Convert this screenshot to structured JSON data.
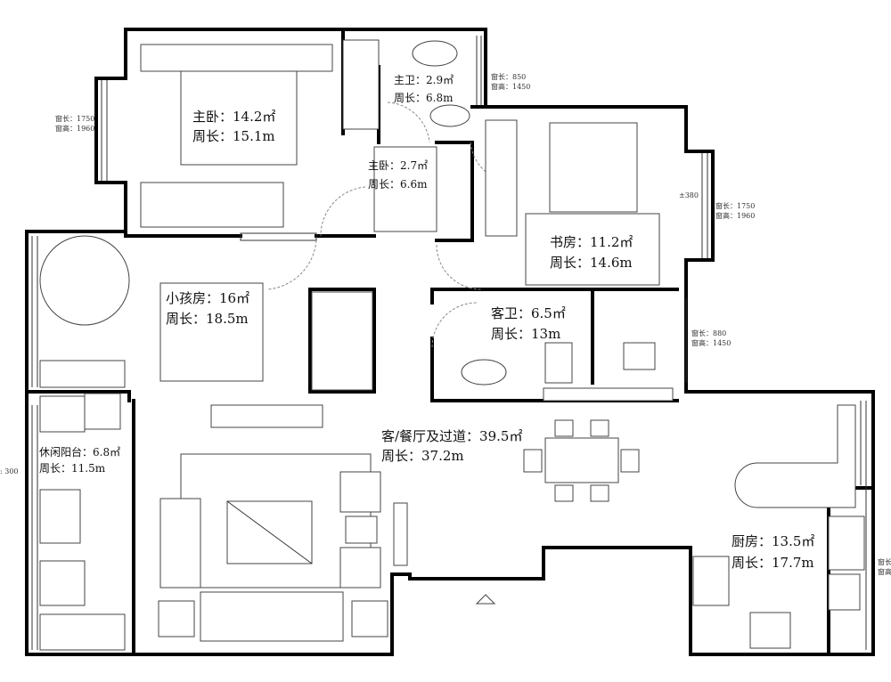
{
  "rooms": [
    {
      "name": "主卧：14.2㎡",
      "perimeter": "周长：15.1m"
    },
    {
      "name": "主卫：2.9㎡",
      "perimeter": "周长：6.8m"
    },
    {
      "name": "主卧：2.7㎡",
      "perimeter": "周长：6.6m"
    },
    {
      "name": "书房：11.2㎡",
      "perimeter": "周长：14.6m"
    },
    {
      "name": "小孩房：16㎡",
      "perimeter": "周长：18.5m"
    },
    {
      "name": "客卫：6.5㎡",
      "perimeter": "周长：13m"
    },
    {
      "name": "客/餐厅及过道：39.5㎡",
      "perimeter": "周长：37.2m"
    },
    {
      "name": "休闲阳台：6.8㎡",
      "perimeter": "周长：11.5m"
    },
    {
      "name": "厨房：13.5㎡",
      "perimeter": "周长：17.7m"
    }
  ],
  "windows": [
    {
      "length": "窗长：1750",
      "height": "窗高：1960"
    },
    {
      "length": "窗长：850",
      "height": "窗高：1450"
    },
    {
      "length": "窗长：1750",
      "height": "窗高：1960"
    },
    {
      "length": "窗长：880",
      "height": "窗高：1450"
    },
    {
      "length": ": 300"
    },
    {
      "length": "窗长",
      "height": "窗高"
    }
  ],
  "elevation": "±380"
}
